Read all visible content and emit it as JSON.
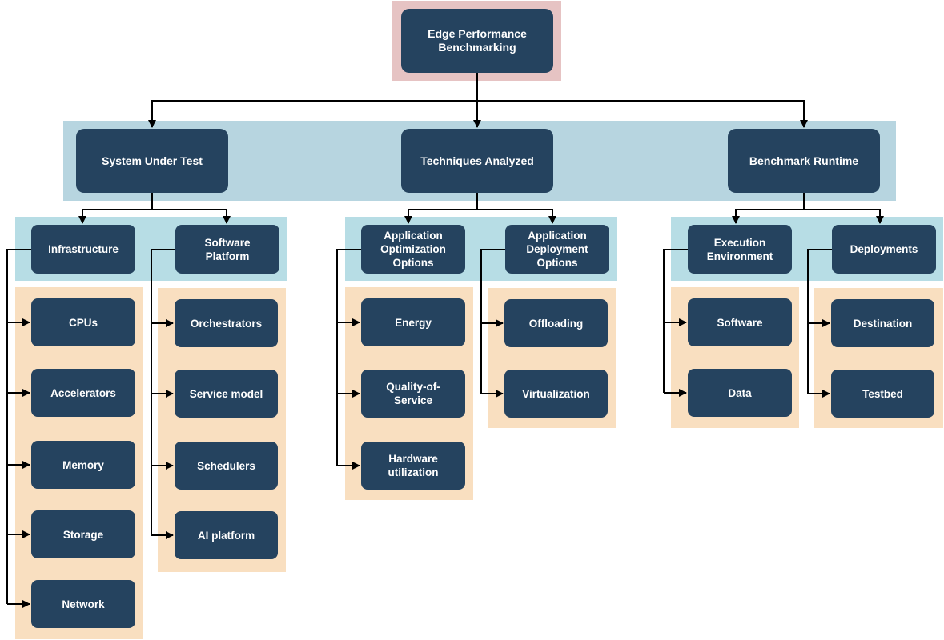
{
  "root": {
    "label": "Edge Performance\nBenchmarking"
  },
  "level1": [
    {
      "label": "System Under Test"
    },
    {
      "label": "Techniques Analyzed"
    },
    {
      "label": "Benchmark Runtime"
    }
  ],
  "system_under_test": {
    "infrastructure": {
      "label": "Infrastructure",
      "items": [
        "CPUs",
        "Accelerators",
        "Memory",
        "Storage",
        "Network"
      ]
    },
    "software_platform": {
      "label": "Software\nPlatform",
      "items": [
        "Orchestrators",
        "Service model",
        "Schedulers",
        "AI platform"
      ]
    }
  },
  "techniques_analyzed": {
    "optimization": {
      "label": "Application\nOptimization\nOptions",
      "items": [
        "Energy",
        "Quality-of-\nService",
        "Hardware\nutilization"
      ]
    },
    "deployment": {
      "label": "Application\nDeployment\nOptions",
      "items": [
        "Offloading",
        "Virtualization"
      ]
    }
  },
  "benchmark_runtime": {
    "execution": {
      "label": "Execution\nEnvironment",
      "items": [
        "Software",
        "Data"
      ]
    },
    "deployments": {
      "label": "Deployments",
      "items": [
        "Destination",
        "Testbed"
      ]
    }
  }
}
